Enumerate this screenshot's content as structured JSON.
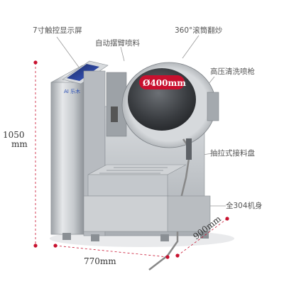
{
  "labels": {
    "touch_screen": "7寸触控显示屏",
    "auto_arm": "自动摆臂喷料",
    "drum": "360°滚筒翻炒",
    "washer": "高压清洗喷枪",
    "drawer": "抽拉式接料盘",
    "material": "全304机身"
  },
  "dimensions": {
    "height_value": "1050",
    "height_unit": "mm",
    "width": "770mm",
    "depth": "900mm",
    "drum_diameter": "Ø400mm"
  },
  "brand_text": "AI 乐木",
  "colors": {
    "accent_red": "#c8102e",
    "steel": "#c9ccd0",
    "leader_line": "#999999"
  }
}
